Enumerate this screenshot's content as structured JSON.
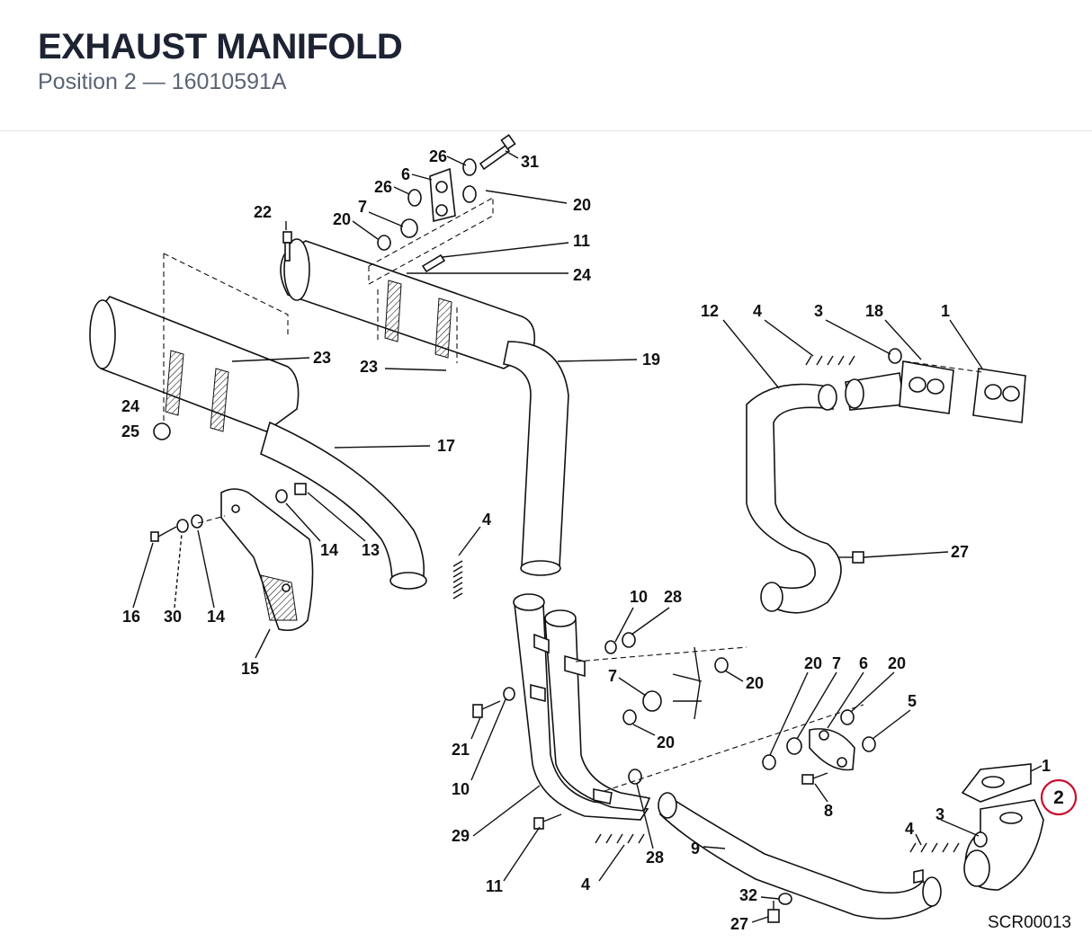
{
  "header": {
    "title": "EXHAUST MANIFOLD",
    "subtitle": "Position 2 — 16010591A"
  },
  "highlight": {
    "number": "2",
    "color": "#c8102e"
  },
  "drawing_code": "SCR00013",
  "callouts": [
    {
      "id": "c26a",
      "text": "26"
    },
    {
      "id": "c31",
      "text": "31"
    },
    {
      "id": "c6a",
      "text": "6"
    },
    {
      "id": "c26b",
      "text": "26"
    },
    {
      "id": "c20a",
      "text": "20"
    },
    {
      "id": "c7a",
      "text": "7"
    },
    {
      "id": "c20b",
      "text": "20"
    },
    {
      "id": "c22",
      "text": "22"
    },
    {
      "id": "c11a",
      "text": "11"
    },
    {
      "id": "c24a",
      "text": "24"
    },
    {
      "id": "c23a",
      "text": "23"
    },
    {
      "id": "c23b",
      "text": "23"
    },
    {
      "id": "c19",
      "text": "19"
    },
    {
      "id": "c24b",
      "text": "24"
    },
    {
      "id": "c25",
      "text": "25"
    },
    {
      "id": "c17",
      "text": "17"
    },
    {
      "id": "c14a",
      "text": "14"
    },
    {
      "id": "c13",
      "text": "13"
    },
    {
      "id": "c16",
      "text": "16"
    },
    {
      "id": "c30",
      "text": "30"
    },
    {
      "id": "c14b",
      "text": "14"
    },
    {
      "id": "c15",
      "text": "15"
    },
    {
      "id": "c4a",
      "text": "4"
    },
    {
      "id": "c12",
      "text": "12"
    },
    {
      "id": "c4b",
      "text": "4"
    },
    {
      "id": "c3a",
      "text": "3"
    },
    {
      "id": "c18",
      "text": "18"
    },
    {
      "id": "c1a",
      "text": "1"
    },
    {
      "id": "c27a",
      "text": "27"
    },
    {
      "id": "c10a",
      "text": "10"
    },
    {
      "id": "c28a",
      "text": "28"
    },
    {
      "id": "c7b",
      "text": "7"
    },
    {
      "id": "c20c",
      "text": "20"
    },
    {
      "id": "c20d",
      "text": "20"
    },
    {
      "id": "c21",
      "text": "21"
    },
    {
      "id": "c10b",
      "text": "10"
    },
    {
      "id": "c20e",
      "text": "20"
    },
    {
      "id": "c7c",
      "text": "7"
    },
    {
      "id": "c6b",
      "text": "6"
    },
    {
      "id": "c20f",
      "text": "20"
    },
    {
      "id": "c5",
      "text": "5"
    },
    {
      "id": "c8",
      "text": "8"
    },
    {
      "id": "c1b",
      "text": "1"
    },
    {
      "id": "c29",
      "text": "29"
    },
    {
      "id": "c4c",
      "text": "4"
    },
    {
      "id": "c3b",
      "text": "3"
    },
    {
      "id": "c28b",
      "text": "28"
    },
    {
      "id": "c9",
      "text": "9"
    },
    {
      "id": "c11b",
      "text": "11"
    },
    {
      "id": "c4d",
      "text": "4"
    },
    {
      "id": "c32",
      "text": "32"
    },
    {
      "id": "c27b",
      "text": "27"
    }
  ]
}
